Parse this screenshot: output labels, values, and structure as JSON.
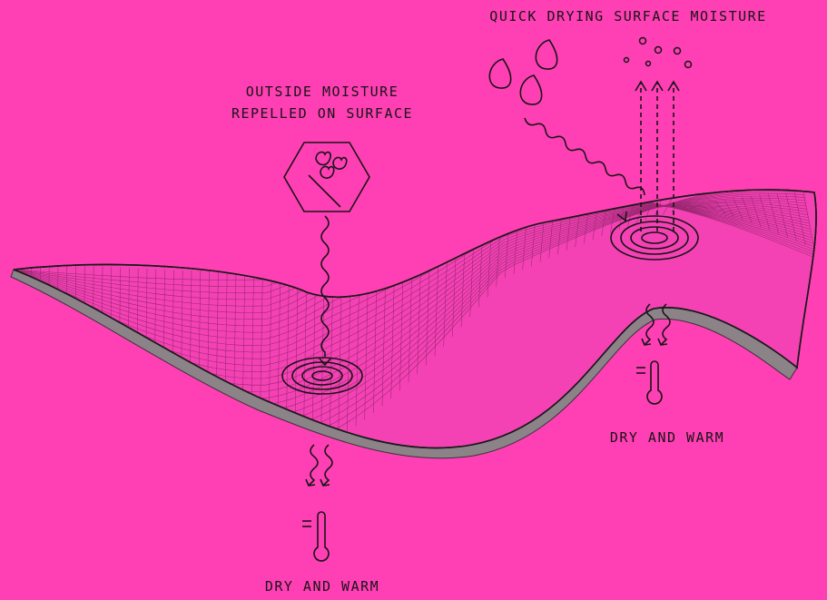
{
  "labels": {
    "repelled_line1": "OUTSIDE MOISTURE",
    "repelled_line2": "REPELLED ON SURFACE",
    "quick_drying": "QUICK DRYING SURFACE MOISTURE",
    "dry_warm_right": "DRY AND WARM",
    "dry_warm_bottom": "DRY AND WARM"
  },
  "colors": {
    "background": "#FF3FB4",
    "fabric": "#F442B4",
    "fabric_edge": "#7a6f74",
    "ink": "#161616"
  },
  "icons": [
    "hexagon-repel-icon",
    "water-drops-icon",
    "wavy-arrow-icon",
    "concentric-rings-icon",
    "evaporation-arrows-icon",
    "vapor-dots-icon",
    "heat-waves-icon",
    "thermometer-icon"
  ]
}
